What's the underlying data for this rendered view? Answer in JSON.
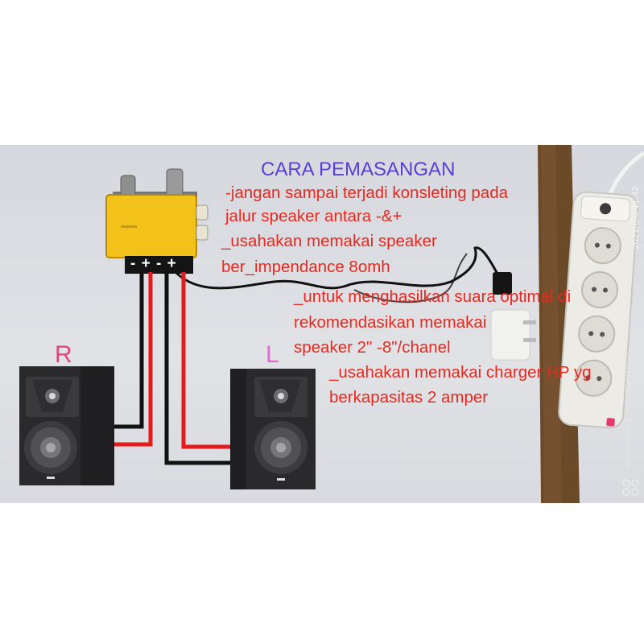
{
  "diagram": {
    "title": "CARA PEMASANGAN",
    "notes": [
      "-jangan sampai terjadi konsleting pada",
      "jalur speaker antara -&+",
      "_usahakan memakai speaker",
      "ber_impendance 8omh",
      "_untuk menghasilkan suara optimal di",
      "rekomendasikan memakai",
      "speaker 2\" -8\"/chanel",
      "_usahakan memakai charger HP yg",
      "berkapasitas 2 amper"
    ],
    "speaker_right_label": "R",
    "speaker_left_label": "L",
    "polarity_marks": "- + - +",
    "colors": {
      "title": "#5a3fd0",
      "notes": "#e8281e",
      "label_r": "#e0457a",
      "label_l": "#e36ad0",
      "wire_positive": "#e31b1b",
      "wire_negative": "#111111",
      "amp_body": "#f2c21b"
    }
  },
  "photo": {
    "timestamp": "2021/8/8  11:42",
    "watermark": "REDMI NOTE 9 · AI QUAD CAMERA"
  }
}
